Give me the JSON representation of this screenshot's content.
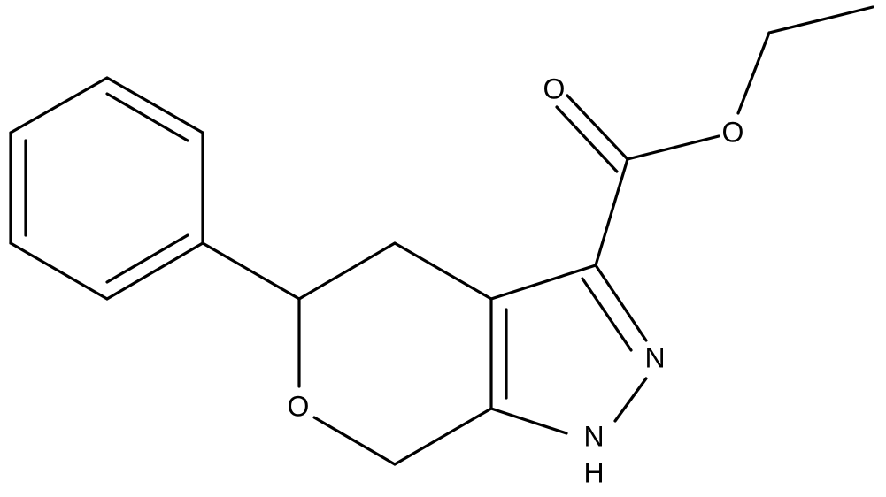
{
  "molecule": {
    "atom_labels": {
      "carbonyl_oxygen": "O",
      "ester_oxygen": "O",
      "ring_oxygen": "O",
      "pyrazole_n2": "N",
      "pyrazole_n1": "N",
      "n1_hydrogen": "H"
    },
    "colors": {
      "bond": "#000000",
      "label": "#000000",
      "background": "#ffffff"
    }
  }
}
